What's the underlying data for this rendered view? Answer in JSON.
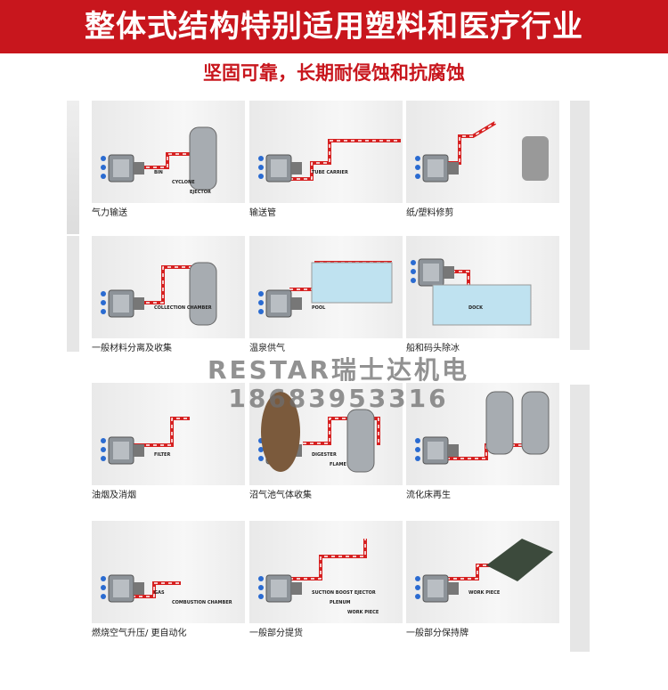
{
  "header": {
    "title": "整体式结构特别适用塑料和医疗行业",
    "subtitle": "坚固可靠，长期耐侵蚀和抗腐蚀"
  },
  "watermark": {
    "brand": "RESTAR瑞士达机电",
    "phone": "18683953316"
  },
  "colors": {
    "accent": "#c8161d",
    "pipe": "#d62020"
  },
  "applications": [
    {
      "caption": "气力输送",
      "labels": [
        "BIN",
        "CYCLONE",
        "EJECTOR"
      ]
    },
    {
      "caption": "输送管",
      "labels": [
        "TUBE CARRIER"
      ]
    },
    {
      "caption": "纸/塑料修剪",
      "labels": []
    },
    {
      "caption": "一般材料分离及收集",
      "labels": [
        "COLLECTION CHAMBER"
      ]
    },
    {
      "caption": "温泉供气",
      "labels": [
        "POOL"
      ]
    },
    {
      "caption": "船和码头除冰",
      "labels": [
        "DOCK"
      ]
    },
    {
      "caption": "油烟及消烟",
      "labels": [
        "FILTER"
      ]
    },
    {
      "caption": "沼气池气体收集",
      "labels": [
        "DIGESTER",
        "FLAME"
      ]
    },
    {
      "caption": "流化床再生",
      "labels": []
    },
    {
      "caption": "燃烧空气升压/ 更自动化",
      "labels": [
        "GAS",
        "COMBUSTION CHAMBER"
      ]
    },
    {
      "caption": "一般部分提货",
      "labels": [
        "SUCTION BOOST EJECTOR",
        "PLENUM",
        "WORK PIECE"
      ]
    },
    {
      "caption": "一般部分保持牌",
      "labels": [
        "WORK PIECE"
      ]
    }
  ]
}
